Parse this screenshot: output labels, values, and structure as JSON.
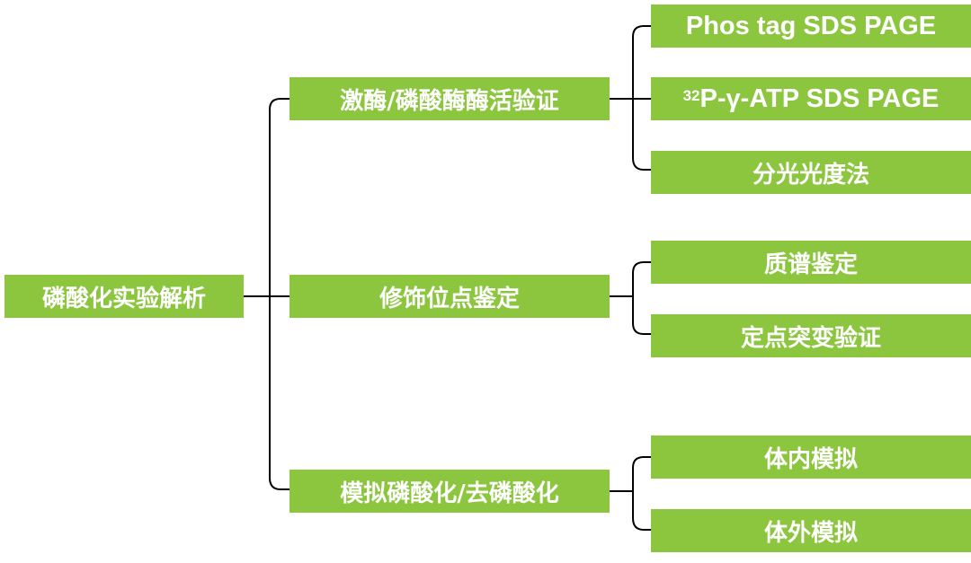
{
  "root": {
    "label": "磷酸化实验解析"
  },
  "branches": [
    {
      "label": "激酶/磷酸酶酶活验证",
      "children": [
        {
          "label": "Phos tag SDS PAGE"
        },
        {
          "sup": "32",
          "label": "P-γ-ATP SDS PAGE"
        },
        {
          "label": "分光光度法"
        }
      ]
    },
    {
      "label": "修饰位点鉴定",
      "children": [
        {
          "label": "质谱鉴定"
        },
        {
          "label": "定点突变验证"
        }
      ]
    },
    {
      "label": "模拟磷酸化/去磷酸化",
      "children": [
        {
          "label": "体内模拟"
        },
        {
          "label": "体外模拟"
        }
      ]
    }
  ],
  "colors": {
    "box_fill": "#8cc63f",
    "box_text": "#ffffff",
    "connector": "#000000"
  }
}
